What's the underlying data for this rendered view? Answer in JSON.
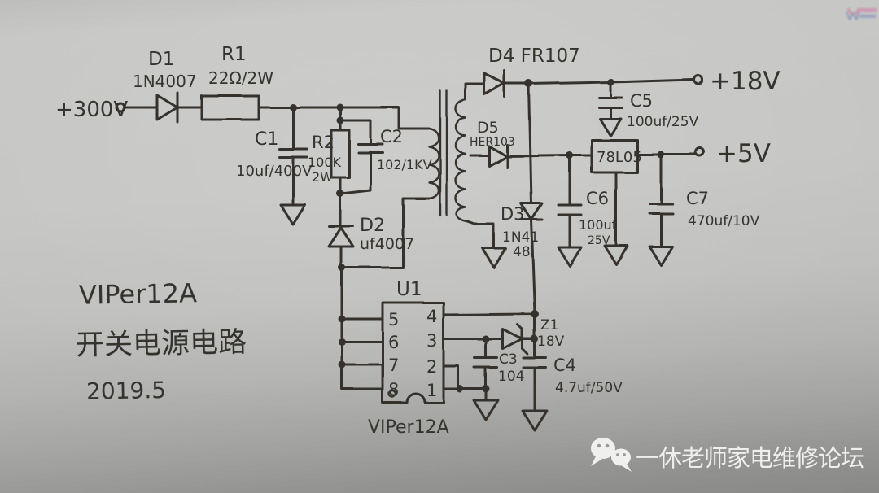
{
  "photo": {
    "title_lines": [
      "VIPer12A",
      "开关电源电路",
      "2019.5"
    ],
    "labels": {
      "input": "+300V",
      "out18": "+18V",
      "out5": "+5V"
    },
    "components": {
      "d1": {
        "ref": "D1",
        "value": "1N4007"
      },
      "r1": {
        "ref": "R1",
        "value": "22Ω/2W"
      },
      "c1": {
        "ref": "C1",
        "value": "10uf/400V"
      },
      "r2": {
        "ref": "R2",
        "value1": "100K",
        "value2": "2W"
      },
      "c2": {
        "ref": "C2",
        "value": "102/1KV"
      },
      "d2": {
        "ref": "D2",
        "value": "uf4007"
      },
      "d3": {
        "ref": "D3",
        "value1": "1N41",
        "value2": "48"
      },
      "d4": {
        "ref": "D4 FR107"
      },
      "d5": {
        "ref": "D5",
        "value": "HER103"
      },
      "c3": {
        "ref": "C3",
        "value": "104"
      },
      "c4": {
        "ref": "C4",
        "value": "4.7uf/50V"
      },
      "c5": {
        "ref": "C5",
        "value": "100uf/25V"
      },
      "c6": {
        "ref": "C6",
        "value1": "100uf",
        "value2": "25V"
      },
      "c7": {
        "ref": "C7",
        "value": "470uf/10V"
      },
      "z1": {
        "ref": "Z1",
        "value": "18V"
      },
      "u1": {
        "ref": "U1",
        "part": "VIPer12A",
        "pins_left": [
          "5",
          "6",
          "7",
          "8"
        ],
        "pins_right": [
          "4",
          "3",
          "2",
          "1"
        ]
      },
      "u2": {
        "part": "78L05"
      }
    },
    "watermark": {
      "text": "一休老师家电维修论坛",
      "icon": "wechat-icon"
    }
  },
  "colors": {
    "ink": "#34322d",
    "paper": "#c4c4c2",
    "watermark_text": "#efefed",
    "logo_pink": "#d06a8a",
    "logo_blue": "#5a7ab5"
  }
}
